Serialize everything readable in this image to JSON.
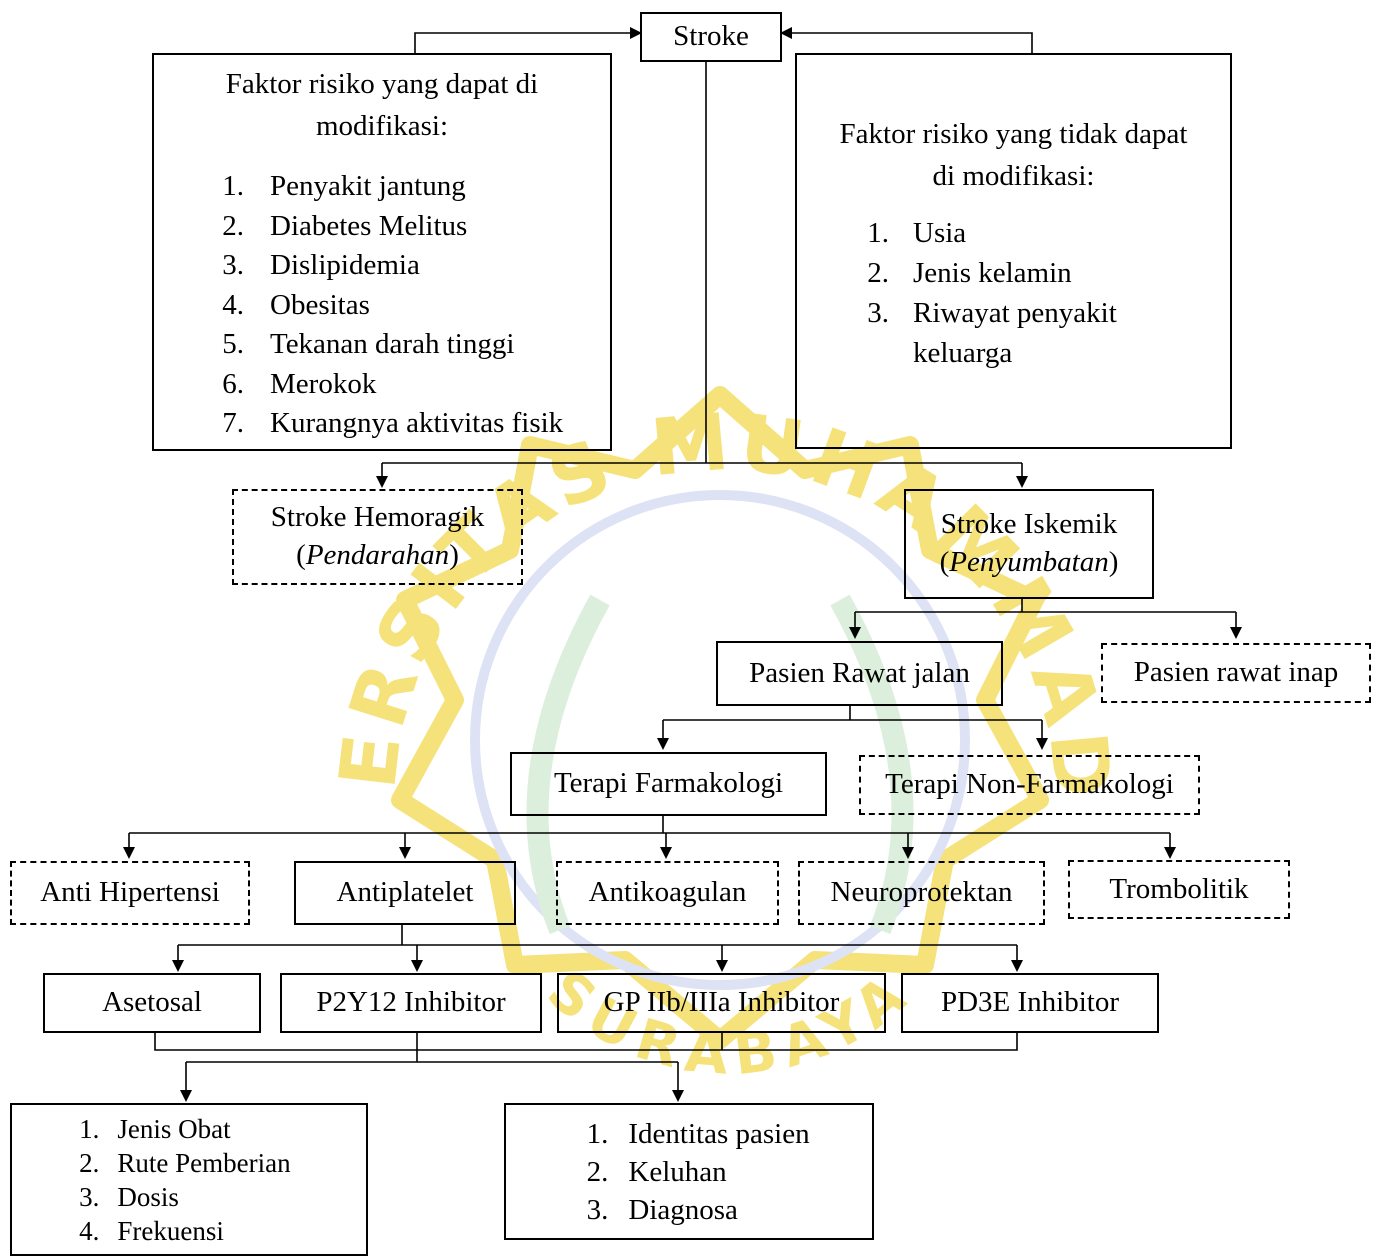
{
  "root": "Stroke",
  "modifiable": {
    "title_lines": [
      "Faktor risiko yang dapat di",
      "modifikasi:"
    ],
    "items": [
      "Penyakit jantung",
      "Diabetes Melitus",
      "Dislipidemia",
      "Obesitas",
      "Tekanan darah tinggi",
      "Merokok",
      "Kurangnya aktivitas fisik"
    ]
  },
  "non_modifiable": {
    "title_lines": [
      "Faktor risiko yang tidak dapat",
      "di modifikasi:"
    ],
    "items": [
      "Usia",
      "Jenis kelamin",
      "Riwayat penyakit keluarga"
    ]
  },
  "stroke_types": {
    "hemorrhagic": {
      "name": "Stroke Hemoragik",
      "detail": "Pendarahan"
    },
    "ischemic": {
      "name": "Stroke Iskemik",
      "detail": "Penyumbatan"
    }
  },
  "patients": {
    "outpatient": "Pasien Rawat jalan",
    "inpatient": "Pasien rawat inap"
  },
  "therapy": {
    "pharmacological": "Terapi Farmakologi",
    "non_pharmacological": "Terapi Non-Farmakologi"
  },
  "drug_classes": [
    "Anti Hipertensi",
    "Antiplatelet",
    "Antikoagulan",
    "Neuroprotektan",
    "Trombolitik"
  ],
  "antiplatelet_types": [
    "Asetosal",
    "P2Y12 Inhibitor",
    "GP IIb/IIIa Inhibitor",
    "PD3E Inhibitor"
  ],
  "drug_info": [
    "Jenis Obat",
    "Rute Pemberian",
    "Dosis",
    "Frekuensi"
  ],
  "patient_info": [
    "Identitas pasien",
    "Keluhan",
    "Diagnosa"
  ],
  "watermark": {
    "arc_text": "UNIVERSITAS MUHAMMADIYAH",
    "bottom_text": "SURABAYA",
    "color": "#f5e27a",
    "color_blue": "#dde3f5",
    "color_green": "#dcefdc"
  }
}
